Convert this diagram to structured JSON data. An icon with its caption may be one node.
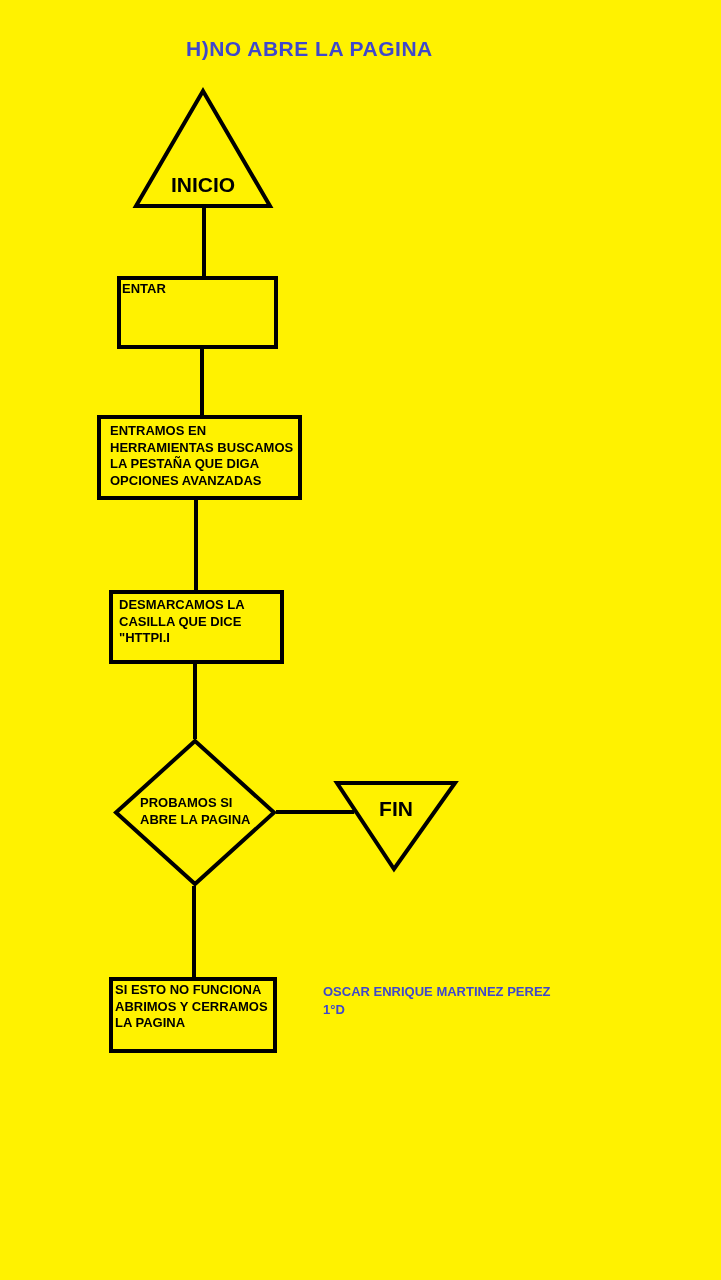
{
  "diagram": {
    "title": "H)NO ABRE LA PAGINA",
    "nodes": [
      {
        "text": [
          "INICIO"
        ]
      },
      {
        "text": [
          "ENTAR"
        ]
      },
      {
        "text": [
          "ENTRAMOS EN HERRAMIENTAS BUSCAMOS LA PESTAÑA QUE DIGA OPCIONES AVANZADAS"
        ]
      },
      {
        "text": [
          "DESMARCAMOS LA CASILLA QUE DICE \"HTTPI.I"
        ]
      },
      {
        "text": [
          "PROBAMOS SI ABRE LA PAGINA"
        ]
      },
      {
        "text": [
          "FIN"
        ]
      },
      {
        "text": [
          "SI ESTO NO FUNCIONA ABRIMOS Y CERRAMOS LA PAGINA"
        ]
      }
    ],
    "edges": [
      {
        "from": 0,
        "to": 1,
        "arrow": "none"
      },
      {
        "from": 1,
        "to": 2,
        "arrow": "none"
      },
      {
        "from": 2,
        "to": 3,
        "arrow": "none"
      },
      {
        "from": 3,
        "to": 4,
        "arrow": "none"
      },
      {
        "from": 4,
        "to": 5,
        "arrow": "none"
      },
      {
        "from": 4,
        "to": 6,
        "arrow": "none"
      }
    ],
    "labels": [
      "OSCAR ENRIQUE MARTINEZ PEREZ",
      "1°D"
    ]
  }
}
